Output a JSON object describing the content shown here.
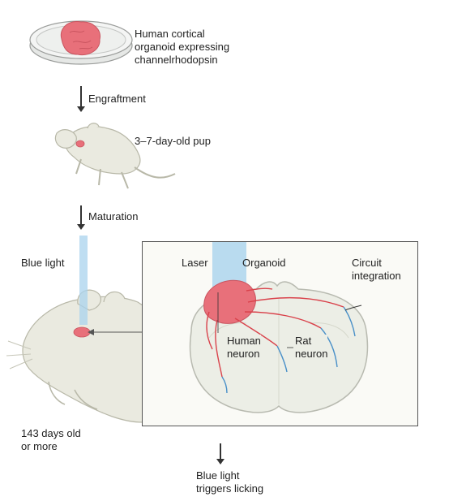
{
  "organoid_label": "Human cortical\norganoid expressing\nchannelrhodopsin",
  "steps": {
    "engraftment": "Engraftment",
    "maturation": "Maturation"
  },
  "pup_label": "3–7-day-old pup",
  "blue_light_label": "Blue light",
  "age_label": "143 days old\nor more",
  "inset": {
    "laser": "Laser",
    "organoid": "Organoid",
    "circuit_integration": "Circuit\nintegration",
    "human_neuron": "Human\nneuron",
    "rat_neuron": "Rat\nneuron"
  },
  "outcome": "Blue light\ntriggers licking",
  "colors": {
    "organoid": "#e8707a",
    "laser_beam": "#a9d3ee",
    "human_axon": "#d9424b",
    "rat_axon": "#4a90c8",
    "animal_fill": "#eaeae0",
    "animal_stroke": "#b8b8a8"
  }
}
